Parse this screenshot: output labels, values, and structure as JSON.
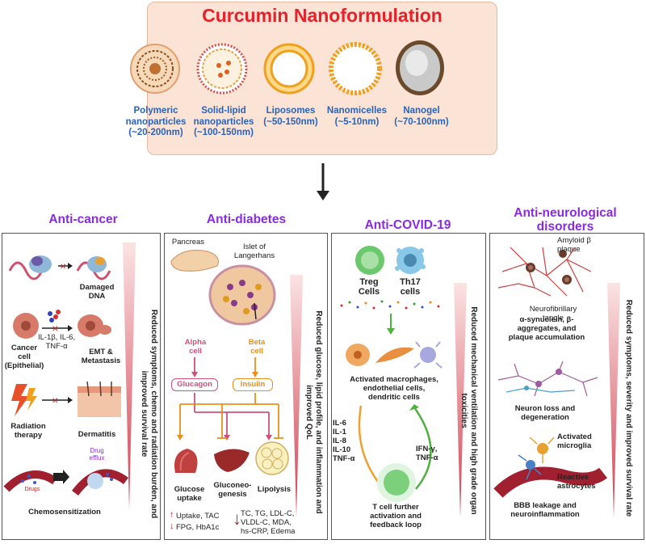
{
  "header": {
    "title": "Curcumin Nanoformulation"
  },
  "nanoformulations": [
    {
      "label": "Polymeric\nnanoparticles\n(~20-200nm)"
    },
    {
      "label": "Solid-lipid\nnanoparticles\n(~100-150nm)"
    },
    {
      "label": "Liposomes\n(~50-150nm)"
    },
    {
      "label": "Nanomicelles\n(~5-10nm)"
    },
    {
      "label": "Nanogel\n(~70-100nm)"
    }
  ],
  "sections": {
    "cancer": {
      "title": "Anti-cancer",
      "damaged_dna": "Damaged\nDNA",
      "cytokines": "IL-1β, IL-6,\nTNF-α",
      "cancer_cell": "Cancer\ncell\n(Epithelial)",
      "emt": "EMT &\nMetastasis",
      "radiation": "Radiation\ntherapy",
      "dermatitis": "Dermatitis",
      "drug_efflux": "Drug\nefflux",
      "drugs": "Drugs",
      "chemo": "Chemosensitization",
      "outcome": "Reduced symptoms, chemo and radiation burden, and\nimproved survival rate"
    },
    "diabetes": {
      "title": "Anti-diabetes",
      "pancreas": "Pancreas",
      "islet": "Islet of\nLangerhans",
      "alpha": "Alpha\ncell",
      "beta": "Beta\ncell",
      "glucagon": "Glucagon",
      "insulin": "Insulin",
      "glucose_uptake": "Glucose\nuptake",
      "gluconeo": "Gluconeo-\ngenesis",
      "lipolysis": "Lipolysis",
      "up_list": "Uptake, TAC",
      "down_list": "FPG, HbA1c",
      "markers": "TC, TG, LDL-C,\nVLDL-C, MDA,\nhs-CRP, Edema",
      "outcome": "Reduced glucose, lipid profile, and inflammation and\nimproved QoL"
    },
    "covid": {
      "title": "Anti-COVID-19",
      "treg": "Treg\nCells",
      "th17": "Th17\ncells",
      "activated": "Activated macrophages,\nendothelial cells,\ndendritic cells",
      "left_cytokines": "IL-6\nIL-1\nIL-8\nIL-10\nTNF-α",
      "right_cytokines": "IFN-γ,\nTNF-α",
      "tcell": "T cell further\nactivation and\nfeedback loop",
      "outcome": "Reduced mechanical ventilation and high grade organ\ntoxicities"
    },
    "neuro": {
      "title": "Anti-neurological\ndisorders",
      "amyloid": "Amyloid β\nplaque",
      "tangle": "Neurofibrillary\ntangle",
      "synuclein": "α-synuclein, β-\naggregates, and\nplaque accumulation",
      "neuron_loss": "Neuron loss and\ndegeneration",
      "microglia": "Activated\nmicroglia",
      "astrocytes": "Reactive\nastrocytes",
      "bbb": "BBB leakage and\nneuroinflammation",
      "outcome": "Reduced symptoms, severity and improved survival rate"
    }
  },
  "colors": {
    "title_red": "#e8202a",
    "label_blue": "#2a63b8",
    "section_purple": "#8a2be2",
    "panel_bg": "#fbe3d5",
    "alpha_pink": "#d0507a",
    "beta_orange": "#e8901a"
  }
}
